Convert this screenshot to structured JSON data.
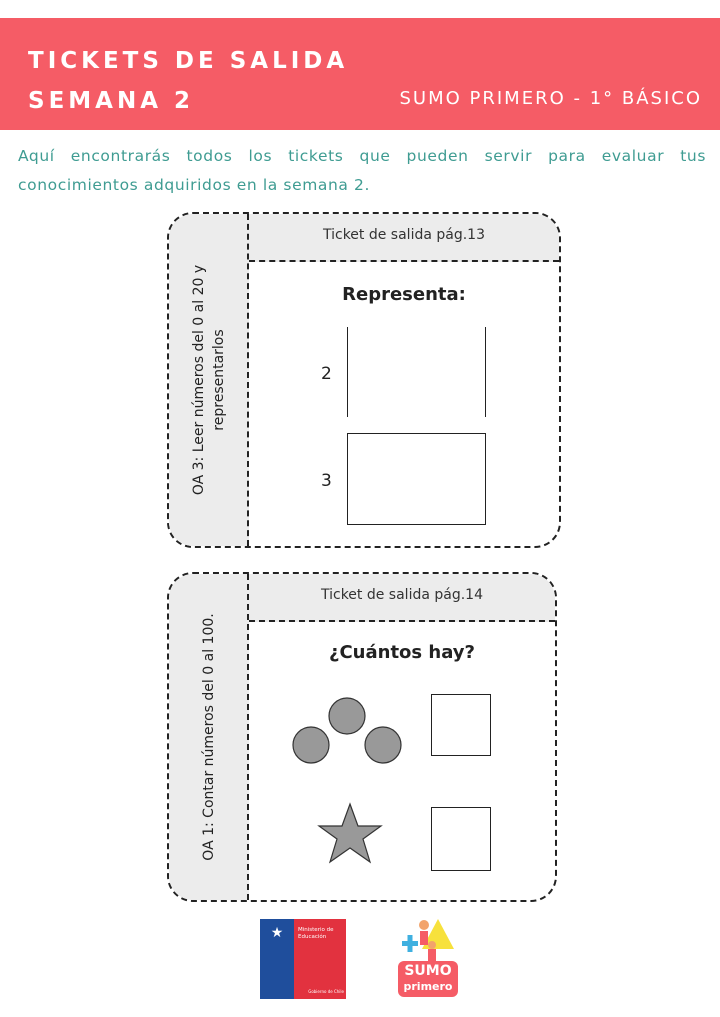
{
  "header": {
    "title_line1": "TICKETS DE SALIDA",
    "title_line2": "SEMANA 2",
    "subtitle": "SUMO PRIMERO - 1° BÁSICO"
  },
  "intro": "Aquí encontrarás todos los tickets que pueden servir para evaluar tus conocimientos adquiridos en la semana 2.",
  "tickets": [
    {
      "side_line1": "OA 3: Leer números del 0 al 20 y",
      "side_line2": "representarlos",
      "header": "Ticket de salida pág.13",
      "question": "Representa:",
      "rows": [
        "2",
        "3"
      ]
    },
    {
      "side_line1": "OA 1: Contar números del 0 al 100.",
      "header": "Ticket de salida pág.14",
      "question": "¿Cuántos hay?",
      "items": [
        {
          "shape": "circle",
          "count": 3
        },
        {
          "shape": "star",
          "count": 1
        }
      ]
    }
  ],
  "logos": {
    "ministry_line1": "Ministerio de",
    "ministry_line2": "Educación",
    "gov_label": "Gobierno de Chile",
    "brand_line1": "SUMO",
    "brand_line2": "primero",
    "brand_color": "#f55c66",
    "ministry_blue": "#1f4e9c",
    "ministry_red": "#e2323f"
  }
}
